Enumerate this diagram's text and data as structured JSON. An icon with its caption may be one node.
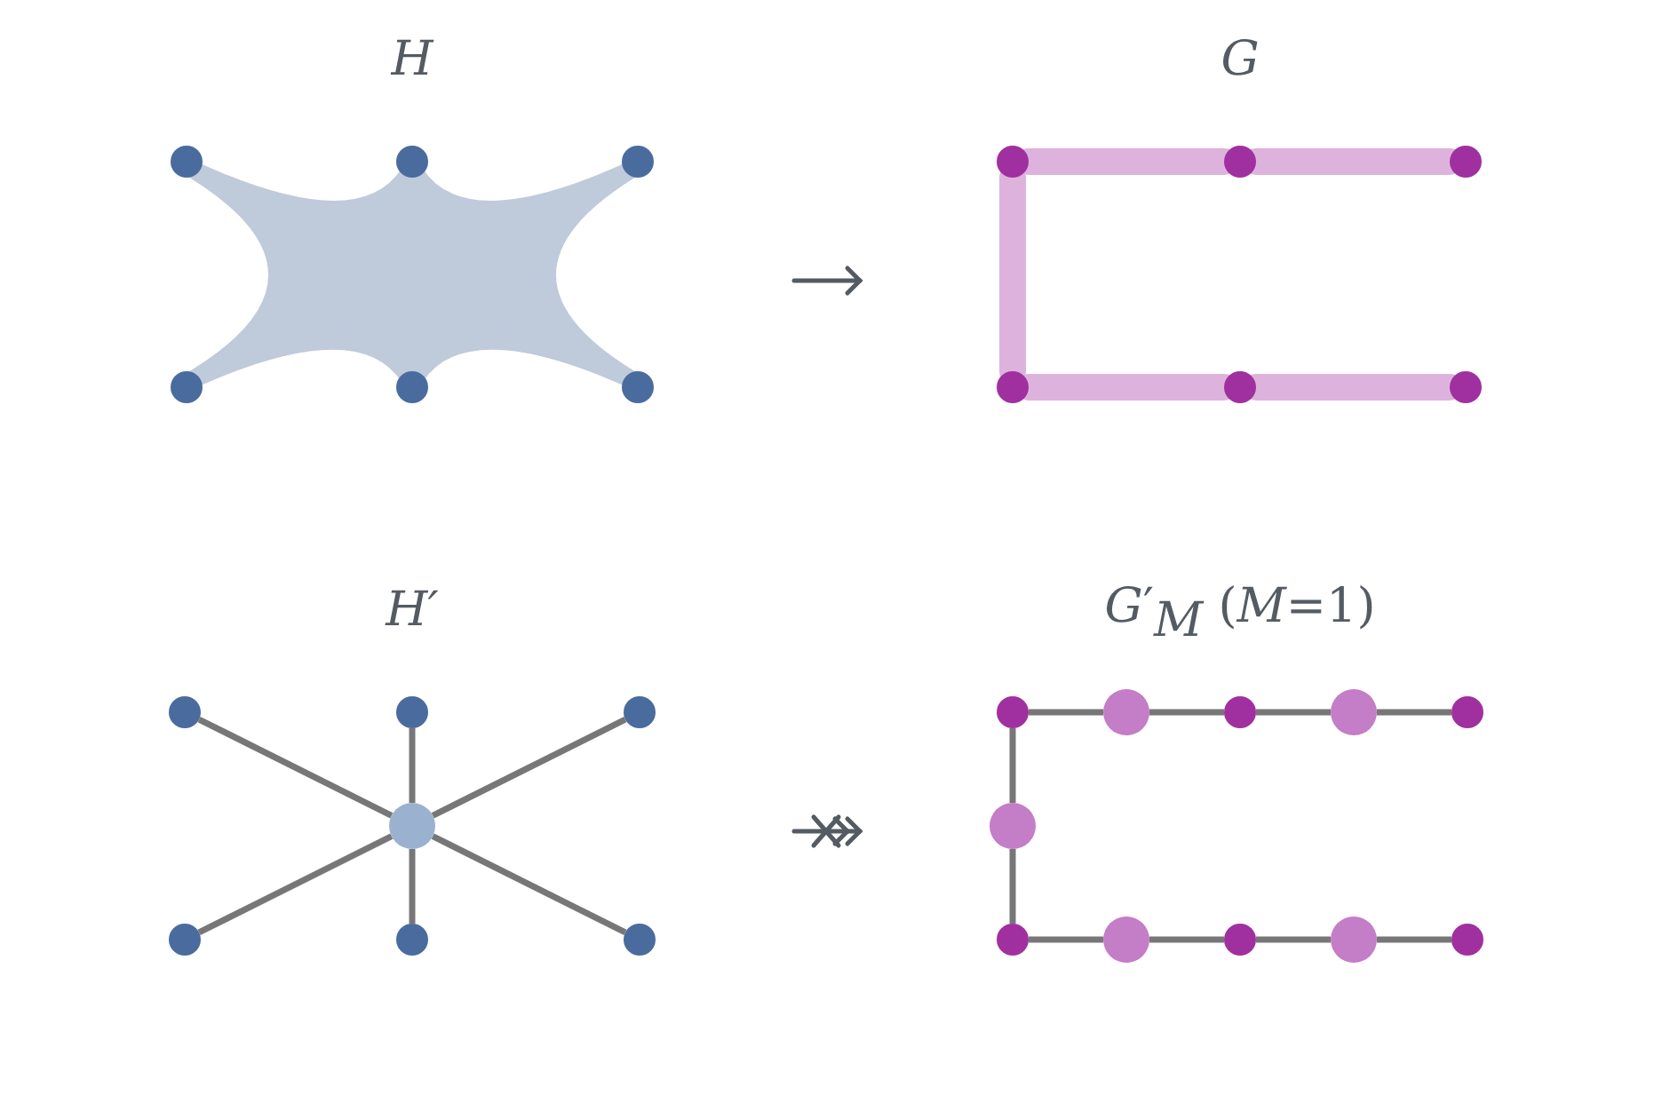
{
  "diagram": {
    "nodes": [
      {
        "text": [],
        "shape": "blob"
      },
      {
        "text": [],
        "shape": "circle"
      },
      {
        "text": [],
        "shape": "circle"
      },
      {
        "text": [],
        "shape": "circle"
      },
      {
        "text": [],
        "shape": "circle"
      },
      {
        "text": [],
        "shape": "circle"
      },
      {
        "text": [],
        "shape": "circle"
      },
      {
        "text": [],
        "shape": "circle"
      },
      {
        "text": [],
        "shape": "circle"
      },
      {
        "text": [],
        "shape": "circle"
      },
      {
        "text": [],
        "shape": "circle"
      },
      {
        "text": [],
        "shape": "circle"
      },
      {
        "text": [],
        "shape": "circle"
      },
      {
        "text": [],
        "shape": "circle"
      },
      {
        "text": [],
        "shape": "circle"
      },
      {
        "text": [],
        "shape": "circle"
      },
      {
        "text": [],
        "shape": "circle"
      },
      {
        "text": [],
        "shape": "circle"
      },
      {
        "text": [],
        "shape": "circle"
      },
      {
        "text": [],
        "shape": "circle"
      },
      {
        "text": [],
        "shape": "circle"
      },
      {
        "text": [],
        "shape": "circle"
      },
      {
        "text": [],
        "shape": "circle"
      },
      {
        "text": [],
        "shape": "circle"
      },
      {
        "text": [],
        "shape": "circle"
      },
      {
        "text": [],
        "shape": "circle"
      },
      {
        "text": [],
        "shape": "circle"
      },
      {
        "text": [],
        "shape": "circle"
      },
      {
        "text": [],
        "shape": "circle"
      },
      {
        "text": [],
        "shape": "circle"
      },
      {
        "text": [],
        "shape": "circle"
      }
    ],
    "edges": [
      {
        "from": 7,
        "to": 8,
        "arrow": "none",
        "style": "thick",
        "color": "#ddb3dd"
      },
      {
        "from": 8,
        "to": 9,
        "arrow": "none",
        "style": "thick",
        "color": "#ddb3dd"
      },
      {
        "from": 7,
        "to": 10,
        "arrow": "none",
        "style": "thick",
        "color": "#ddb3dd"
      },
      {
        "from": 10,
        "to": 11,
        "arrow": "none",
        "style": "thick",
        "color": "#ddb3dd"
      },
      {
        "from": 11,
        "to": 12,
        "arrow": "none",
        "style": "thick",
        "color": "#ddb3dd"
      },
      {
        "from": 16,
        "to": 13,
        "arrow": "none"
      },
      {
        "from": 16,
        "to": 14,
        "arrow": "none"
      },
      {
        "from": 16,
        "to": 15,
        "arrow": "none"
      },
      {
        "from": 16,
        "to": 17,
        "arrow": "none"
      },
      {
        "from": 16,
        "to": 18,
        "arrow": "none"
      },
      {
        "from": 16,
        "to": 19,
        "arrow": "none"
      },
      {
        "from": 20,
        "to": 21,
        "arrow": "none"
      },
      {
        "from": 21,
        "to": 22,
        "arrow": "none"
      },
      {
        "from": 22,
        "to": 23,
        "arrow": "none"
      },
      {
        "from": 23,
        "to": 24,
        "arrow": "none"
      },
      {
        "from": 20,
        "to": 25,
        "arrow": "none"
      },
      {
        "from": 25,
        "to": 26,
        "arrow": "none"
      },
      {
        "from": 26,
        "to": 27,
        "arrow": "none"
      },
      {
        "from": 27,
        "to": 28,
        "arrow": "none"
      },
      {
        "from": 28,
        "to": 29,
        "arrow": "none"
      },
      {
        "from": 29,
        "to": 30,
        "arrow": "none"
      }
    ],
    "labels": [
      "H",
      "G",
      "H′",
      "*G*′$_{M}$ (*M*=1)"
    ]
  }
}
